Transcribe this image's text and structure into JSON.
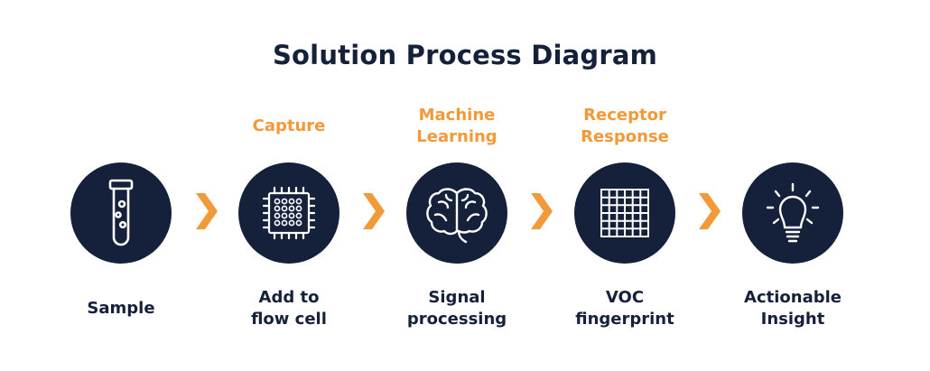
{
  "title": "Solution Process Diagram",
  "colors": {
    "navy": "#15213b",
    "accent": "#f29a3a",
    "icon": "#ffffff"
  },
  "steps": [
    {
      "stage": "",
      "icon": "test-tube-icon",
      "label": [
        "Sample"
      ]
    },
    {
      "stage": "Capture",
      "icon": "microchip-icon",
      "label": [
        "Add to",
        "flow cell"
      ]
    },
    {
      "stage": [
        "Machine",
        "Learning"
      ],
      "icon": "brain-icon",
      "label": [
        "Signal",
        "processing"
      ]
    },
    {
      "stage": [
        "Receptor",
        "Response"
      ],
      "icon": "grid-icon",
      "label": [
        "VOC",
        "fingerprint"
      ]
    },
    {
      "stage": "",
      "icon": "lightbulb-icon",
      "label": [
        "Actionable",
        "Insight"
      ]
    }
  ]
}
